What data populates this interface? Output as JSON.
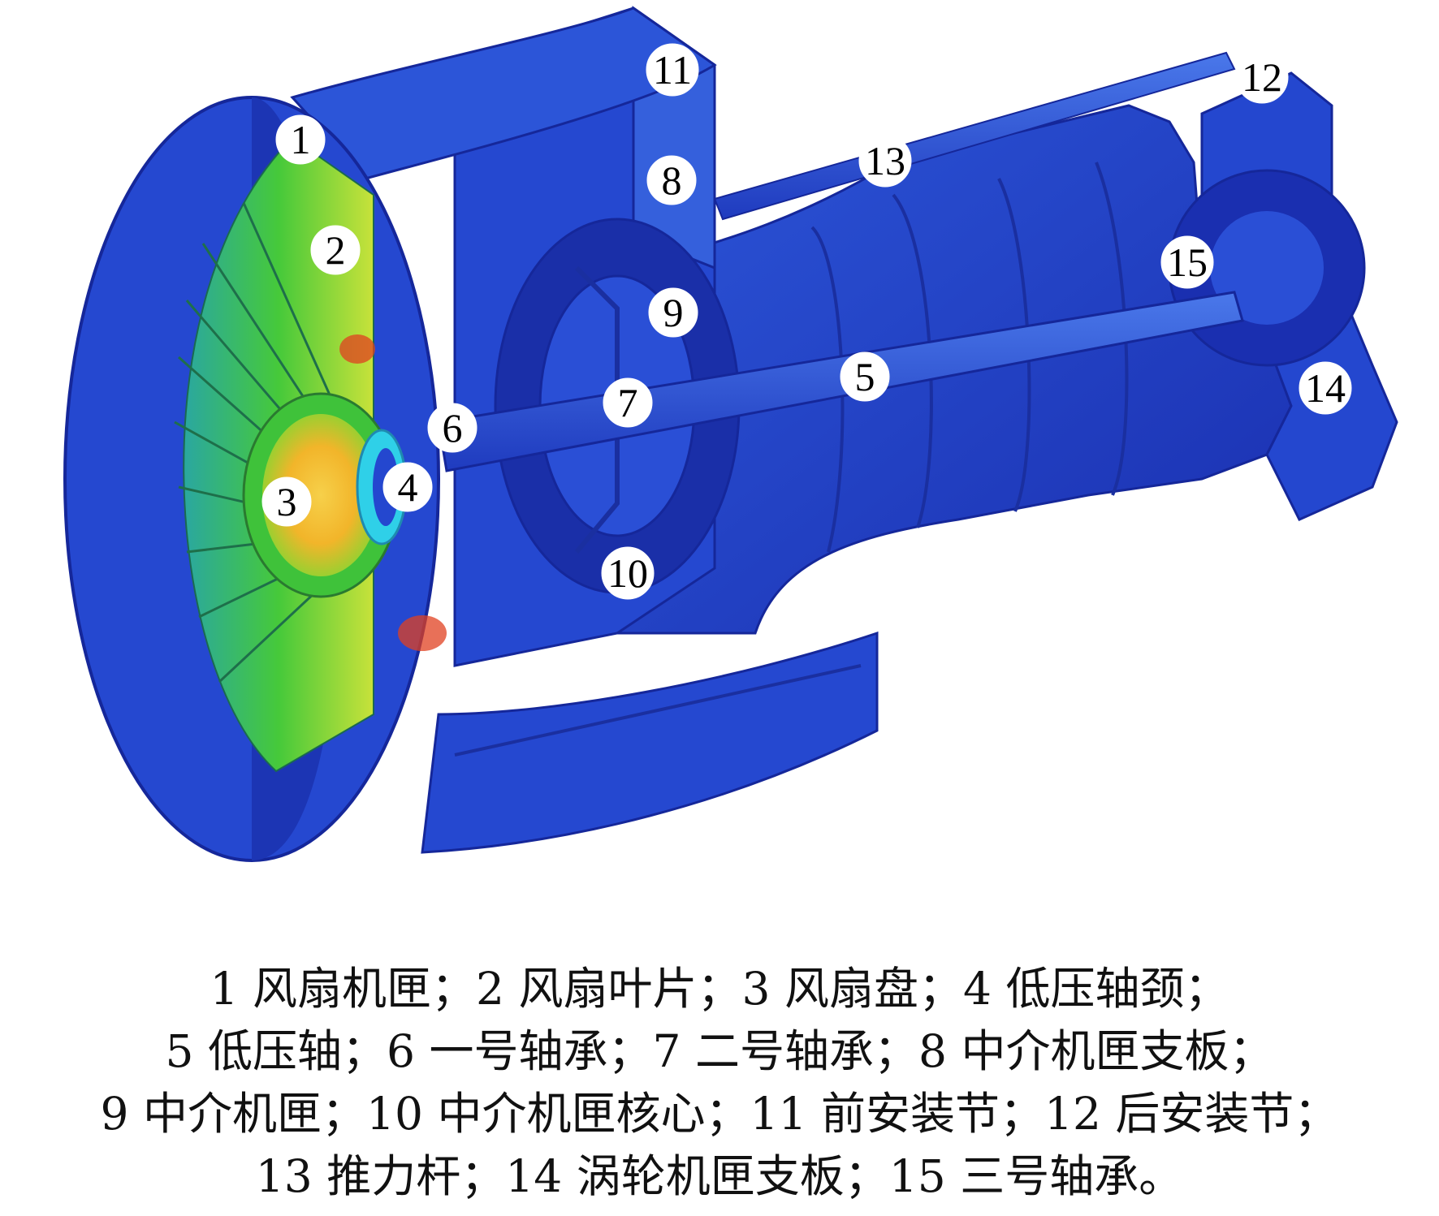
{
  "callouts": [
    {
      "id": "1",
      "label": "1"
    },
    {
      "id": "2",
      "label": "2"
    },
    {
      "id": "3",
      "label": "3"
    },
    {
      "id": "4",
      "label": "4"
    },
    {
      "id": "5",
      "label": "5"
    },
    {
      "id": "6",
      "label": "6"
    },
    {
      "id": "7",
      "label": "7"
    },
    {
      "id": "8",
      "label": "8"
    },
    {
      "id": "9",
      "label": "9"
    },
    {
      "id": "10",
      "label": "10"
    },
    {
      "id": "11",
      "label": "11"
    },
    {
      "id": "12",
      "label": "12"
    },
    {
      "id": "13",
      "label": "13"
    },
    {
      "id": "14",
      "label": "14"
    },
    {
      "id": "15",
      "label": "15"
    }
  ],
  "legend": {
    "lines": [
      "1 风扇机匣；2 风扇叶片；3 风扇盘；4 低压轴颈；",
      "5 低压轴；6 一号轴承；7 二号轴承；8 中介机匣支板；",
      "9 中介机匣；10 中介机匣核心；11 前安装节；12 后安装节；",
      "13 推力杆；14 涡轮机匣支板；15 三号轴承。"
    ]
  },
  "colors": {
    "casing_dark": "#1a2fb0",
    "casing": "#2447cf",
    "casing_light": "#3b66e0",
    "blade_green": "#3fc23a",
    "blade_yellow": "#d9e83a",
    "hot_red": "#e04020",
    "disk_orange": "#f2b52a",
    "cyan": "#2fd0e8"
  }
}
